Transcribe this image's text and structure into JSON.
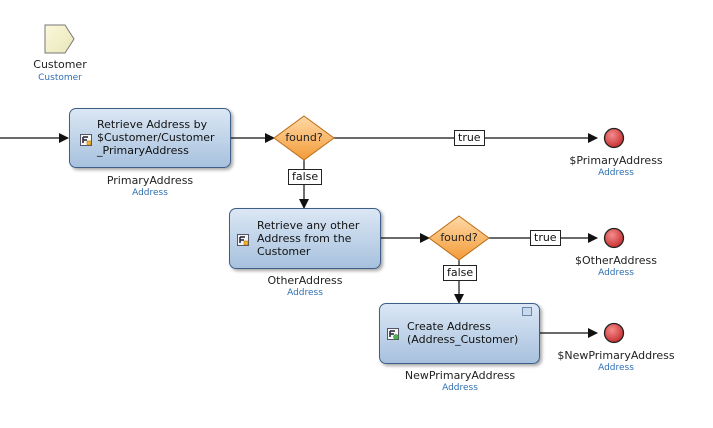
{
  "start": {
    "name": "Customer",
    "type": "Customer"
  },
  "activities": [
    {
      "line1": "Retrieve Address by",
      "line2": "$Customer/Customer",
      "line3": "_PrimaryAddress",
      "name": "PrimaryAddress",
      "type": "Address"
    },
    {
      "line1": "Retrieve any other",
      "line2": "Address from the",
      "line3": "Customer",
      "name": "OtherAddress",
      "type": "Address"
    },
    {
      "line1": "Create Address",
      "line2": "(Address_Customer)",
      "line3": "",
      "name": "NewPrimaryAddress",
      "type": "Address"
    }
  ],
  "decisions": [
    {
      "label": "found?"
    },
    {
      "label": "found?"
    }
  ],
  "flows": {
    "true1": "true",
    "false1": "false",
    "true2": "true",
    "false2": "false"
  },
  "ends": [
    {
      "name": "$PrimaryAddress",
      "type": "Address"
    },
    {
      "name": "$OtherAddress",
      "type": "Address"
    },
    {
      "name": "$NewPrimaryAddress",
      "type": "Address"
    }
  ],
  "colors": {
    "activity_border": "#3d5f87",
    "decision_fill": "#f6a94a",
    "end_fill": "#d63b3b",
    "type_text": "#2f6fb3"
  }
}
